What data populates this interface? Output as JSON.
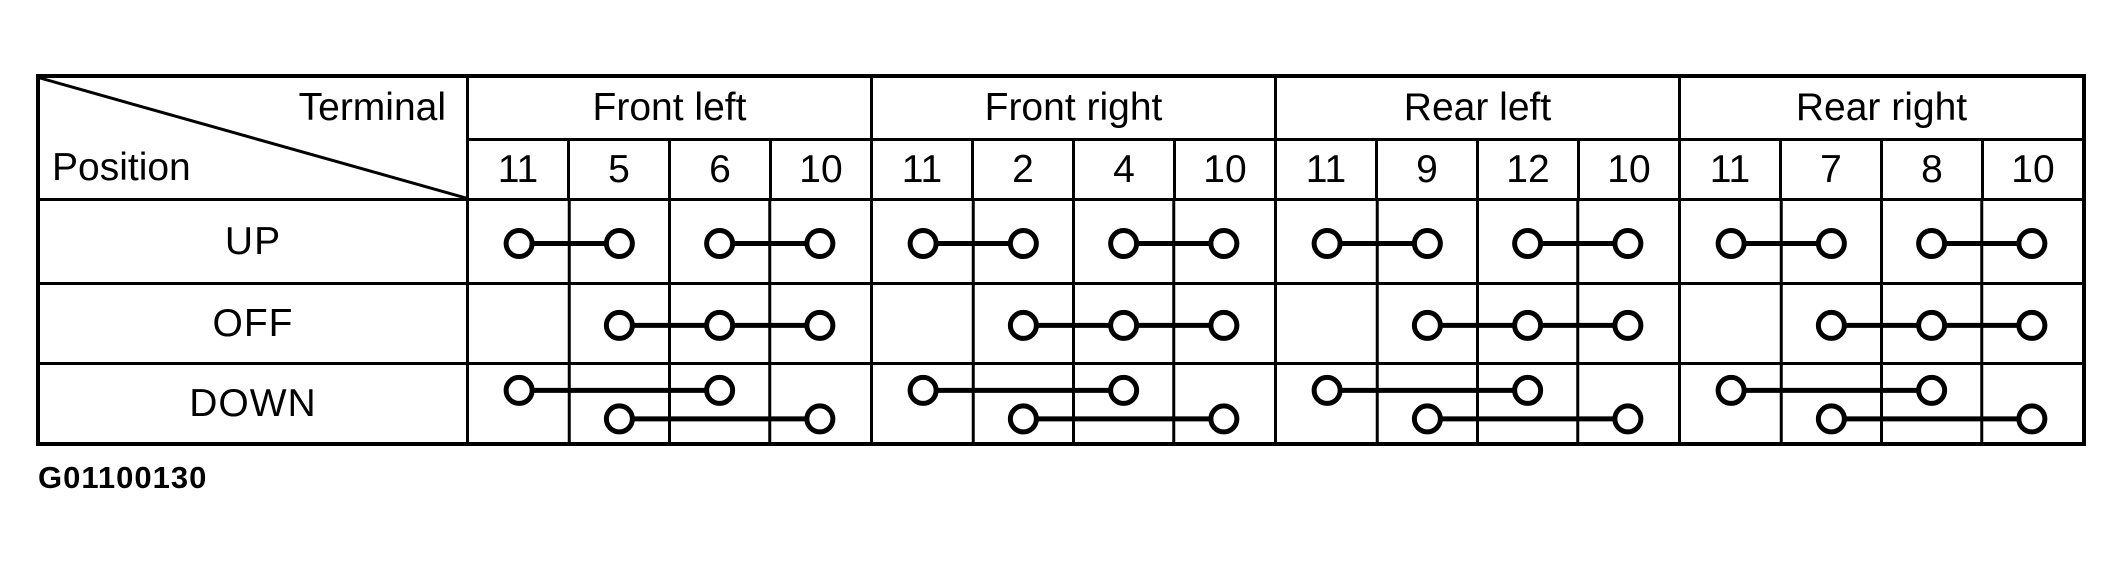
{
  "figure": {
    "id": "G01100130",
    "corner": {
      "top_label": "Terminal",
      "bottom_label": "Position"
    },
    "position_rows": [
      {
        "label": "UP",
        "levels": [
          "mid",
          "mid"
        ]
      },
      {
        "label": "OFF",
        "levels": [
          "mid"
        ]
      },
      {
        "label": "DOWN",
        "levels": [
          "upper",
          "lower"
        ]
      }
    ],
    "groups": [
      {
        "name": "Front left",
        "terminals": [
          "11",
          "5",
          "6",
          "10"
        ],
        "rows": [
          {
            "position": "UP",
            "links": [
              [
                "11",
                "5"
              ],
              [
                "6",
                "10"
              ]
            ]
          },
          {
            "position": "OFF",
            "links": [
              [
                "5",
                "6",
                "10"
              ]
            ]
          },
          {
            "position": "DOWN",
            "links": [
              [
                "11",
                "6"
              ],
              [
                "5",
                "10"
              ]
            ]
          }
        ]
      },
      {
        "name": "Front right",
        "terminals": [
          "11",
          "2",
          "4",
          "10"
        ],
        "rows": [
          {
            "position": "UP",
            "links": [
              [
                "11",
                "2"
              ],
              [
                "4",
                "10"
              ]
            ]
          },
          {
            "position": "OFF",
            "links": [
              [
                "2",
                "4",
                "10"
              ]
            ]
          },
          {
            "position": "DOWN",
            "links": [
              [
                "11",
                "4"
              ],
              [
                "2",
                "10"
              ]
            ]
          }
        ]
      },
      {
        "name": "Rear left",
        "terminals": [
          "11",
          "9",
          "12",
          "10"
        ],
        "rows": [
          {
            "position": "UP",
            "links": [
              [
                "11",
                "9"
              ],
              [
                "12",
                "10"
              ]
            ]
          },
          {
            "position": "OFF",
            "links": [
              [
                "9",
                "12",
                "10"
              ]
            ]
          },
          {
            "position": "DOWN",
            "links": [
              [
                "11",
                "12"
              ],
              [
                "9",
                "10"
              ]
            ]
          }
        ]
      },
      {
        "name": "Rear right",
        "terminals": [
          "11",
          "7",
          "8",
          "10"
        ],
        "rows": [
          {
            "position": "UP",
            "links": [
              [
                "11",
                "7"
              ],
              [
                "8",
                "10"
              ]
            ]
          },
          {
            "position": "OFF",
            "links": [
              [
                "7",
                "8",
                "10"
              ]
            ]
          },
          {
            "position": "DOWN",
            "links": [
              [
                "11",
                "8"
              ],
              [
                "7",
                "10"
              ]
            ]
          }
        ]
      }
    ],
    "colors": {
      "ink": "#000000",
      "paper": "#ffffff"
    }
  }
}
